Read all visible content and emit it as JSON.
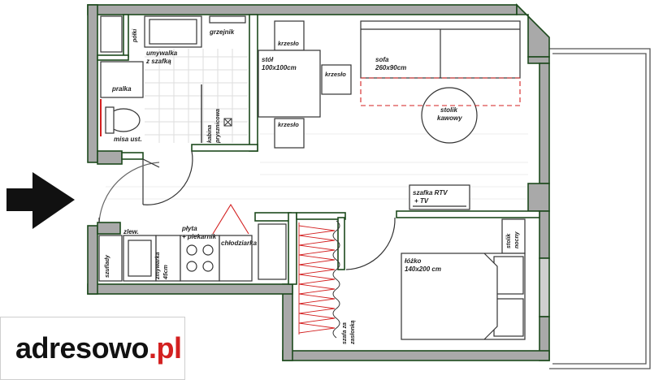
{
  "labels": {
    "polki": "półki",
    "grzejnik": "grzejnik",
    "umywalka_1": "umywalka",
    "umywalka_2": "z szafką",
    "pralka": "pralka",
    "kabina_1": "kabina",
    "kabina_2": "prysznicowa",
    "misa": "misa ust.",
    "krzeslo_1": "krzesło",
    "krzeslo_2": "krzesło",
    "krzeslo_3": "krzesło",
    "stol_1": "stół",
    "stol_2": "100x100cm",
    "sofa_1": "sofa",
    "sofa_2": "260x90cm",
    "stolik_kawowy_1": "stolik",
    "stolik_kawowy_2": "kawowy",
    "szafka_rtv_1": "szafka RTV",
    "szafka_rtv_2": "+ TV",
    "zlew": "zlew.",
    "szuflady": "szuflady",
    "zmywarka_1": "zmywarka",
    "zmywarka_2": "45cm",
    "plyta_1": "płyta",
    "plyta_2": "+ piekarnik",
    "chlodziarka": "chłodziarka",
    "stolik_nocny_1": "stolik",
    "stolik_nocny_2": "nocny",
    "lozko_1": "łóżko",
    "lozko_2": "140x200 cm",
    "szafa_1": "szafa za",
    "szafa_2": "zasłonką"
  },
  "logo": {
    "main": "adresowo",
    "accent": ".pl"
  },
  "colors": {
    "wall_fill": "#a9a9a9",
    "wall_outline": "#1d4a1d",
    "accent_red": "#d32020",
    "entry_arrow": "#111111"
  }
}
